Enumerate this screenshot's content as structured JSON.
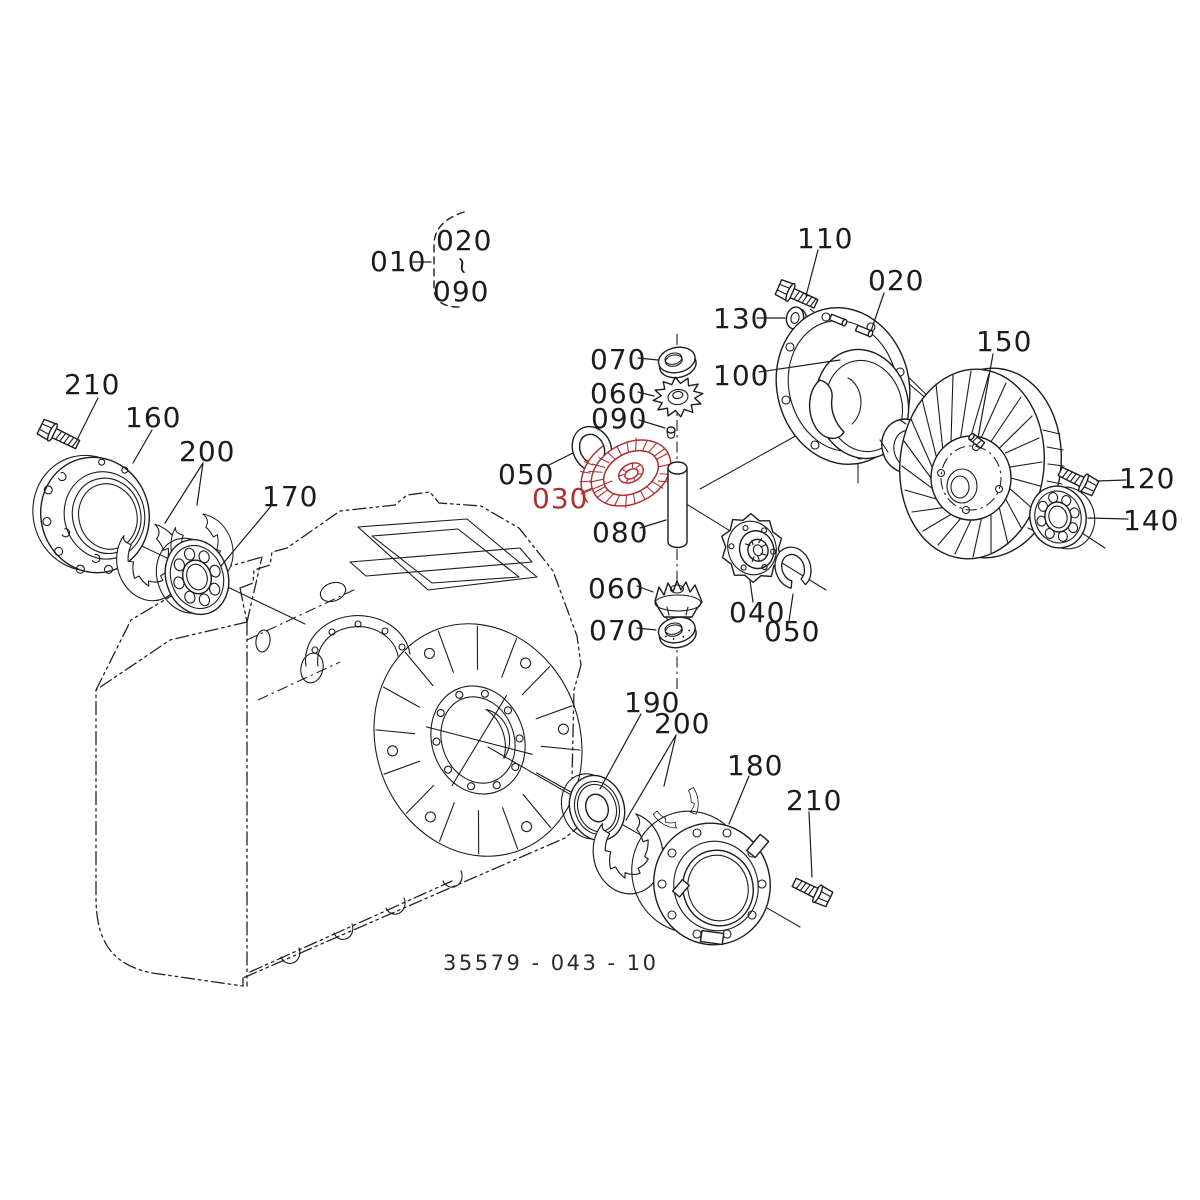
{
  "diagram": {
    "kind": "exploded-parts-diagram",
    "drawing_number": "35579 - 043 - 10",
    "highlighted_part": "030",
    "colors": {
      "line": "#1c1c1c",
      "highlight": "#b03030",
      "background": "#ffffff"
    },
    "group_bracket": {
      "ref": "010",
      "range_start": "020",
      "range_tilde": "~",
      "range_end": "090"
    },
    "callouts": {
      "bolt110": "110",
      "washer130": "130",
      "diffcase020": "020",
      "case100": "100",
      "ringgear150": "150",
      "bolt120": "120",
      "bearing140": "140",
      "collar070_top": "070",
      "pinion060_top": "060",
      "pin090": "090",
      "washer050_left": "050",
      "gear030": "030",
      "shaft080": "080",
      "pinion060_bottom": "060",
      "collar070_bottom": "070",
      "sidegear040": "040",
      "ring050_right": "050",
      "bolt210_topleft": "210",
      "flange160": "160",
      "shims200_left": "200",
      "bearing170": "170",
      "bearing190": "190",
      "shims200_bottom": "200",
      "flange180": "180",
      "bolt210_bottom": "210"
    }
  }
}
